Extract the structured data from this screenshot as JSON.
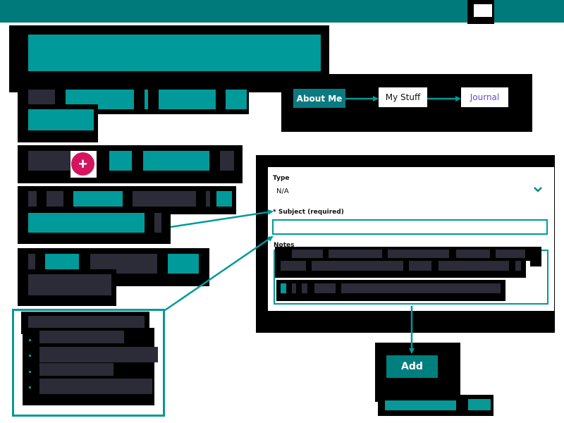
{
  "nav_flow": {
    "about_me": "About Me",
    "my_stuff": "My Stuff",
    "journal": "Journal"
  },
  "sidebar": {
    "add_button_symbol": "+"
  },
  "form": {
    "type_label": "Type",
    "type_value": "N/A",
    "subject_label": "* Subject (required)",
    "subject_value": "",
    "notes_label": "Notes",
    "add_label": "Add"
  },
  "colors": {
    "accent": "#009a9a",
    "header": "#007a7a",
    "add_button": "#007f7f",
    "plus_button": "#d4145f",
    "journal_text": "#6a4bd6"
  },
  "icons": {
    "type_dropdown": "chevron-down-icon",
    "add_entry": "plus-icon"
  }
}
